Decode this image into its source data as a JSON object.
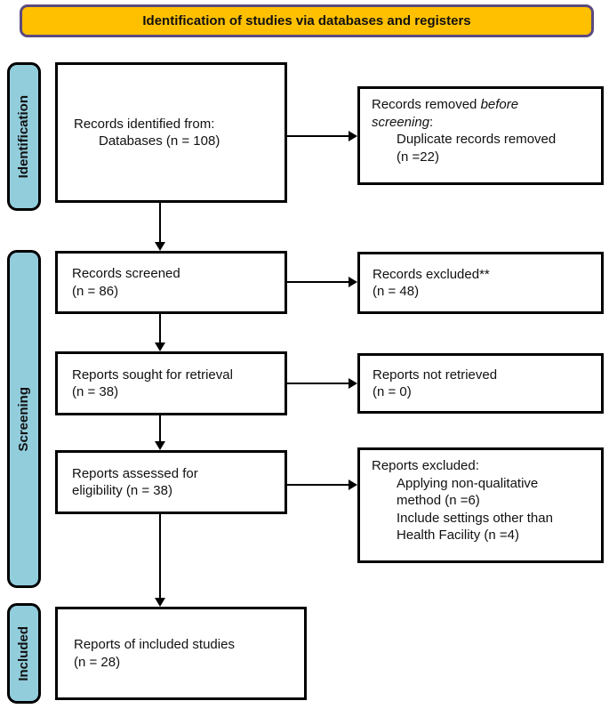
{
  "banner": {
    "label": "Identification of studies via databases and registers"
  },
  "colors": {
    "banner_fill": "#FFC000",
    "banner_border": "#5B4A7E",
    "stage_fill": "#92CDDC",
    "box_border": "#000000"
  },
  "stages": {
    "identification": "Identification",
    "screening": "Screening",
    "included": "Included"
  },
  "boxes": {
    "identified": {
      "line1": "Records identified from:",
      "line2": "Databases (n = 108)"
    },
    "removed": {
      "t1": "Records removed ",
      "i1": "before",
      "i2": "screening",
      "t2": ":",
      "items": [
        "Duplicate records removed",
        "(n =22)"
      ]
    },
    "screened": {
      "line1": "Records screened",
      "line2": "(n = 86)"
    },
    "excluded": {
      "line1": "Records excluded**",
      "line2": "(n = 48)"
    },
    "sought": {
      "line1": "Reports sought for retrieval",
      "line2": "(n = 38)"
    },
    "not_retrieved": {
      "line1": "Reports not retrieved",
      "line2": "(n = 0)"
    },
    "assessed": {
      "line1": "Reports assessed for",
      "line2": "eligibility (n = 38)"
    },
    "reports_excluded": {
      "title": "Reports excluded:",
      "items": [
        "Applying non-qualitative",
        "method (n =6)",
        "Include settings other than",
        "Health Facility (n =4)"
      ]
    },
    "included_studies": {
      "line1": "Reports of included studies",
      "line2": "(n = 28)"
    }
  }
}
